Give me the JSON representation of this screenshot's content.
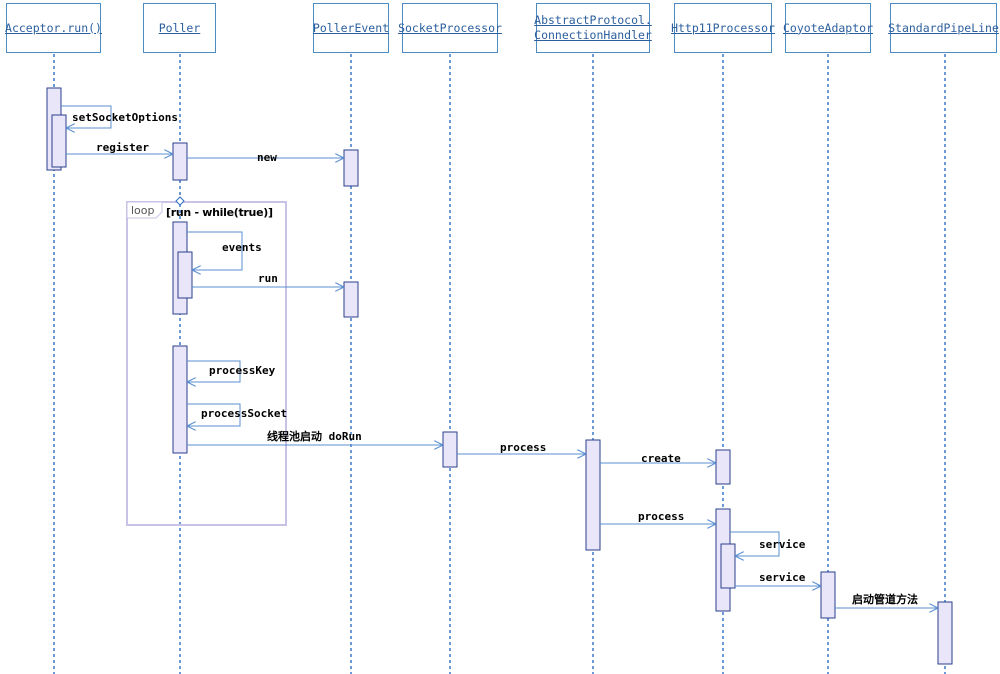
{
  "participants": [
    {
      "id": "acceptor",
      "label": "Acceptor.run()"
    },
    {
      "id": "poller",
      "label": "Poller"
    },
    {
      "id": "pollerevent",
      "label": "PollerEvent"
    },
    {
      "id": "socketprocessor",
      "label": "SocketProcessor"
    },
    {
      "id": "handler",
      "label": "AbstractProtocol.\nConnectionHandler"
    },
    {
      "id": "http11",
      "label": "Http11Processor"
    },
    {
      "id": "coyote",
      "label": "CoyoteAdaptor"
    },
    {
      "id": "pipeline",
      "label": "StandardPipeLine"
    }
  ],
  "loop_frame": {
    "tag": "loop",
    "guard": "[run - while(true)]"
  },
  "messages": [
    {
      "id": "setSocketOptions",
      "label": "setSocketOptions",
      "kind": "self",
      "from": "acceptor"
    },
    {
      "id": "register",
      "label": "register",
      "kind": "call",
      "from": "acceptor",
      "to": "poller"
    },
    {
      "id": "new",
      "label": "new",
      "kind": "call",
      "from": "poller",
      "to": "pollerevent"
    },
    {
      "id": "events",
      "label": "events",
      "kind": "self",
      "from": "poller"
    },
    {
      "id": "run",
      "label": "run",
      "kind": "call",
      "from": "poller",
      "to": "pollerevent"
    },
    {
      "id": "processKey",
      "label": "processKey",
      "kind": "self",
      "from": "poller"
    },
    {
      "id": "processSocket",
      "label": "processSocket",
      "kind": "self",
      "from": "poller"
    },
    {
      "id": "doRun",
      "label": "线程池启动 doRun",
      "kind": "call",
      "from": "poller",
      "to": "socketprocessor"
    },
    {
      "id": "process1",
      "label": "process",
      "kind": "call",
      "from": "socketprocessor",
      "to": "handler"
    },
    {
      "id": "create",
      "label": "create",
      "kind": "call",
      "from": "handler",
      "to": "http11"
    },
    {
      "id": "process2",
      "label": "process",
      "kind": "call",
      "from": "handler",
      "to": "http11"
    },
    {
      "id": "service1",
      "label": "service",
      "kind": "self",
      "from": "http11"
    },
    {
      "id": "service2",
      "label": "service",
      "kind": "call",
      "from": "http11",
      "to": "coyote"
    },
    {
      "id": "startPipeline",
      "label": "启动管道方法",
      "kind": "call",
      "from": "coyote",
      "to": "pipeline"
    }
  ],
  "colors": {
    "line": "#5b8fd0",
    "activation_border": "#2a3f8c",
    "activation_fill": "#e8e6f8",
    "frame": "#c9c2e6"
  }
}
